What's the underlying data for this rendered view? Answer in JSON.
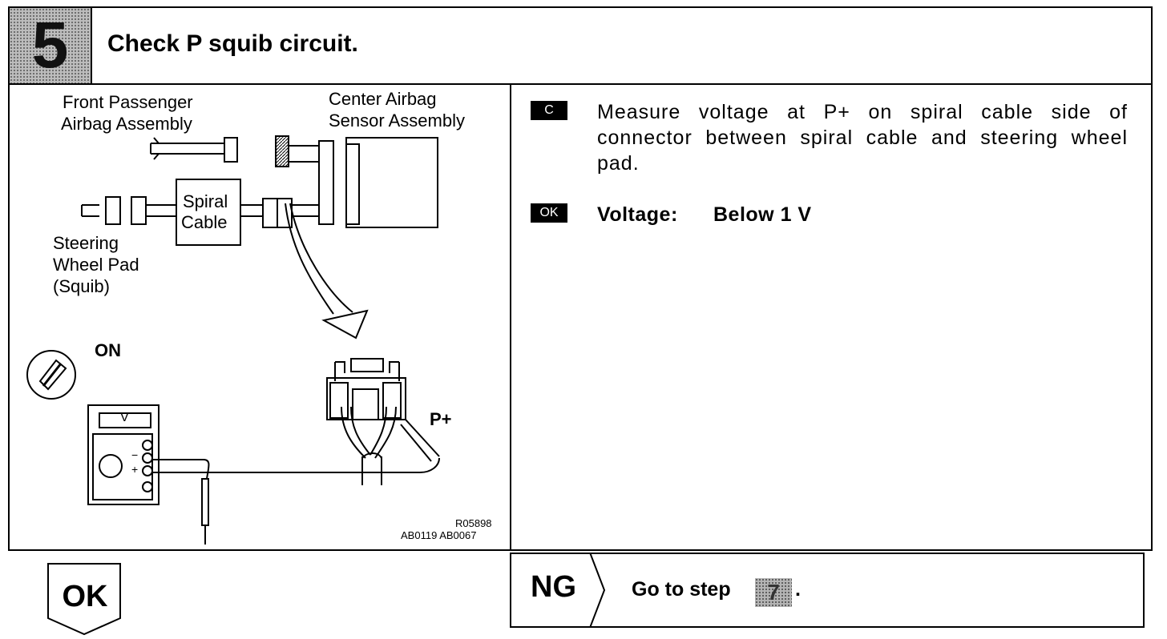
{
  "header": {
    "step_number": "5",
    "title": "Check P squib circuit."
  },
  "diagram": {
    "labels": {
      "front_passenger": [
        "Front Passenger",
        "Airbag Assembly"
      ],
      "center_airbag": [
        "Center Airbag",
        "Sensor Assembly"
      ],
      "spiral_cable": [
        "Spiral",
        "Cable"
      ],
      "steering_wheel_pad": [
        "Steering",
        "Wheel Pad",
        "(Squib)"
      ],
      "ignition": "ON",
      "meter_display": "V",
      "meter_minus": "−",
      "meter_plus": "+",
      "probe_terminal": "P+",
      "ref_codes": [
        "R05898",
        "AB0119 AB0067"
      ]
    }
  },
  "check": {
    "badge": "C",
    "instruction": "Measure voltage at P+ on spiral cable side of connector between spiral cable and steering wheel pad."
  },
  "ok_spec": {
    "badge": "OK",
    "label": "Voltage:",
    "value": "Below 1 V"
  },
  "ng_result": {
    "label": "NG",
    "action_text": "Go to step",
    "target_step": "7",
    "period": "."
  },
  "ok_result": {
    "label": "OK"
  }
}
